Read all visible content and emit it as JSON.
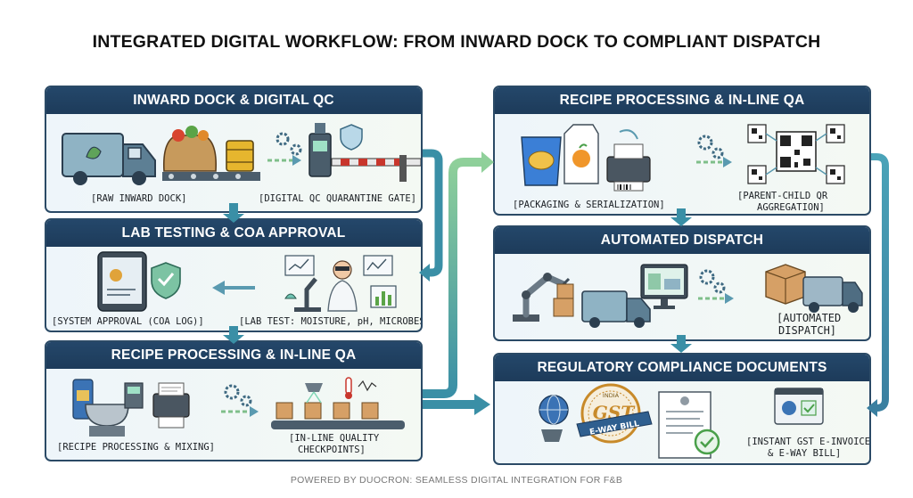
{
  "title": "INTEGRATED DIGITAL WORKFLOW: FROM INWARD DOCK TO COMPLIANT DISPATCH",
  "footer": "POWERED BY DUOCRON: SEAMLESS DIGITAL INTEGRATION FOR F&B",
  "colors": {
    "header": "#24476a",
    "border": "#2b4a66",
    "arrow_teal": "#3a8fa6",
    "arrow_green": "#7fbf8a",
    "label_bg": "#f4f9f3"
  },
  "panels": {
    "inward": {
      "title": "INWARD DOCK & DIGITAL QC",
      "captions": [
        "[RAW INWARD DOCK]",
        "[DIGITAL QC QUARANTINE GATE]"
      ]
    },
    "lab": {
      "title": "LAB TESTING & COA APPROVAL",
      "captions": [
        "[SYSTEM APPROVAL (COA LOG)]",
        "[LAB TEST: MOISTURE, pH, MICROBES]"
      ]
    },
    "recipe_left": {
      "title": "RECIPE PROCESSING & IN-LINE QA",
      "captions": [
        "[RECIPE PROCESSING & MIXING]",
        "[IN-LINE QUALITY",
        "CHECKPOINTS]"
      ]
    },
    "recipe_right": {
      "title": "RECIPE PROCESSING & IN-LINE QA",
      "captions": [
        "[PACKAGING & SERIALIZATION]",
        "[PARENT-CHILD QR",
        "AGGREGATION]"
      ]
    },
    "dispatch": {
      "title": "AUTOMATED DISPATCH",
      "captions": [
        "[AUTOMATED",
        "DISPATCH]"
      ]
    },
    "regulatory": {
      "title": "REGULATORY COMPLIANCE DOCUMENTS",
      "captions": [
        "[INSTANT GST E-INVOICE",
        "& E-WAY BILL]"
      ]
    }
  },
  "badge": {
    "small": "INDIA",
    "main": "GST",
    "ribbon": "E-WAY BILL"
  },
  "icons": [
    "delivery-truck-icon",
    "produce-sack-icon",
    "oil-barrel-icon",
    "gear-icon",
    "qc-scanner-icon",
    "shield-icon",
    "barrier-gate-icon",
    "tablet-icon",
    "shield-check-icon",
    "microscope-icon",
    "scientist-icon",
    "chart-icon",
    "mixer-icon",
    "printer-icon",
    "conveyor-icon",
    "thermometer-icon",
    "snack-pack-icon",
    "juice-carton-icon",
    "qr-code-icon",
    "robot-arm-icon",
    "monitor-icon",
    "box-icon",
    "globe-icon",
    "document-icon",
    "invoice-screen-icon"
  ]
}
